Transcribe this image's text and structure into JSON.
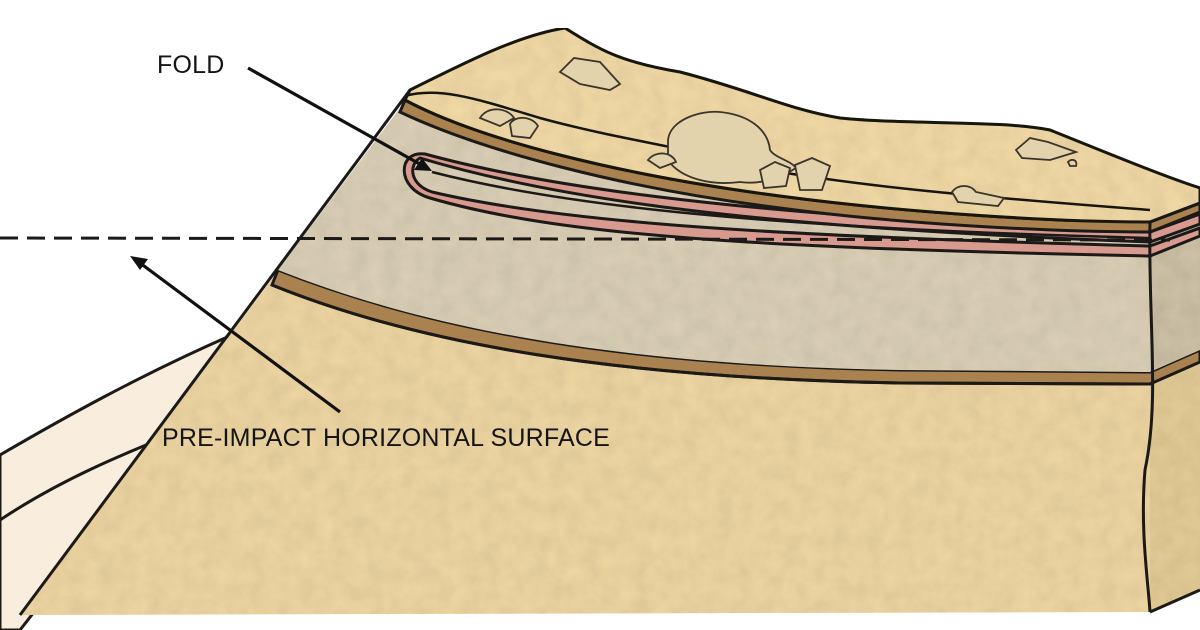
{
  "diagram": {
    "type": "geologic-block-diagram",
    "labels": {
      "fold": "FOLD",
      "pre_impact_surface": "PRE-IMPACT HORIZONTAL SURFACE"
    },
    "annotations": [
      {
        "label": "FOLD",
        "points_to": "overturned red fold layer"
      },
      {
        "label": "PRE-IMPACT HORIZONTAL SURFACE",
        "points_to": "dashed horizontal reference line"
      }
    ],
    "layers": [
      {
        "name": "ejecta-cover",
        "color": "#f4dca8"
      },
      {
        "name": "thin-brown-band-upper",
        "color": "#a9824f"
      },
      {
        "name": "folded-red-layer",
        "color": "#d89a8e"
      },
      {
        "name": "grey-sandstone",
        "color": "#ddd1b8"
      },
      {
        "name": "thin-brown-band-lower",
        "color": "#a9824f"
      },
      {
        "name": "tan-basement",
        "color": "#f0d8a4"
      },
      {
        "name": "debris-slope",
        "color": "#f9eedd"
      }
    ],
    "colors": {
      "outline": "#1c1a18",
      "background": "#ffffff",
      "label_text": "#141414"
    }
  }
}
